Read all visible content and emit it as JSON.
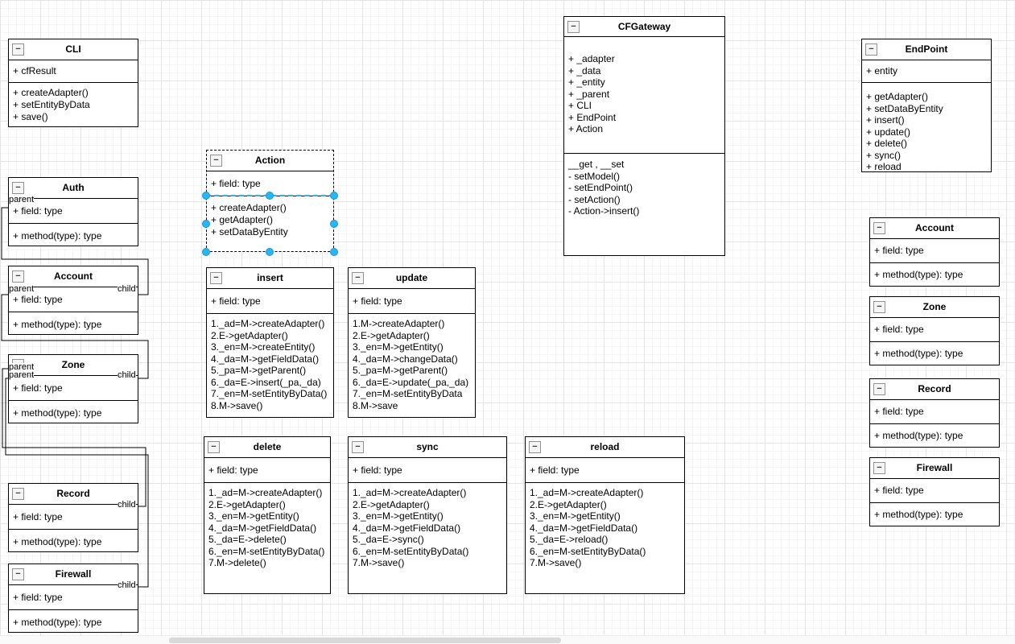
{
  "diagram": {
    "icons": {
      "collapse_glyph": "−"
    },
    "colors": {
      "box_border": "#000000",
      "box_fill": "#ffffff",
      "selection_handle": "#29b6f2",
      "selection_outline": "#29b6f2",
      "grid_major": "#e4e4e4",
      "grid_minor": "#f6f6f6",
      "scrollbar_thumb": "#d9d9d9"
    },
    "edge_labels": {
      "parent": "parent",
      "child": "child"
    },
    "classes": {
      "cli": {
        "title": "CLI",
        "fields": [
          "+ cfResult"
        ],
        "methods": [
          "+ createAdapter()",
          "+ setEntityByData",
          "+ save()"
        ]
      },
      "auth": {
        "title": "Auth",
        "fields": [
          "+ field: type"
        ],
        "methods": [
          "+ method(type): type"
        ]
      },
      "account_left": {
        "title": "Account",
        "fields": [
          "+ field: type"
        ],
        "methods": [
          "+ method(type): type"
        ]
      },
      "zone_left": {
        "title": "Zone",
        "fields": [
          "+ field: type"
        ],
        "methods": [
          "+ method(type): type"
        ]
      },
      "record_left": {
        "title": "Record",
        "fields": [
          "+ field: type"
        ],
        "methods": [
          "+ method(type): type"
        ]
      },
      "firewall_left": {
        "title": "Firewall",
        "fields": [
          "+ field: type"
        ],
        "methods": [
          "+ method(type): type"
        ]
      },
      "action": {
        "title": "Action",
        "fields": [
          "+ field: type"
        ],
        "methods": [
          "+ createAdapter()",
          "+ getAdapter()",
          "+ setDataByEntity"
        ]
      },
      "cfgateway": {
        "title": "CFGateway",
        "fields": [
          "+ _adapter",
          "+ _data",
          "+ _entity",
          "+ _parent",
          "+ CLI",
          "+ EndPoint",
          "+ Action"
        ],
        "methods": [
          "__get , __set",
          "- setModel()",
          "- setEndPoint()",
          "- setAction()",
          "- Action->insert()"
        ]
      },
      "insert": {
        "title": "insert",
        "fields": [
          "+ field: type"
        ],
        "methods": [
          "1._ad=M->createAdapter()",
          "2.E->getAdapter()",
          "3._en=M->createEntity()",
          "4._da=M->getFieldData()",
          "5._pa=M->getParent()",
          "6._da=E->insert(_pa,_da)",
          "7._en=M-setEntityByData()",
          "8.M->save()"
        ]
      },
      "update": {
        "title": "update",
        "fields": [
          "+ field: type"
        ],
        "methods": [
          "1.M->createAdapter()",
          "2.E->getAdapter()",
          "3._en=M->getEntity()",
          "4._da=M->changeData()",
          "5._pa=M->getParent()",
          "6._da=E->update(_pa,_da)",
          "7._en=M-setEntityByData",
          "8.M->save"
        ]
      },
      "delete": {
        "title": "delete",
        "fields": [
          "+ field: type"
        ],
        "methods": [
          "1._ad=M->createAdapter()",
          "2.E->getAdapter()",
          "3._en=M->getEntity()",
          "4._da=M->getFieldData()",
          "5._da=E->delete()",
          "6._en=M-setEntityByData()",
          "7.M->delete()"
        ]
      },
      "sync": {
        "title": "sync",
        "fields": [
          "+ field: type"
        ],
        "methods": [
          "1._ad=M->createAdapter()",
          "2.E->getAdapter()",
          "3._en=M->getEntity()",
          "4._da=M->getFieldData()",
          "5._da=E->sync()",
          "6._en=M-setEntityByData()",
          "7.M->save()"
        ]
      },
      "reload": {
        "title": "reload",
        "fields": [
          "+ field: type"
        ],
        "methods": [
          "1._ad=M->createAdapter()",
          "2.E->getAdapter()",
          "3._en=M->getEntity()",
          "4._da=M->getFieldData()",
          "5._da=E->reload()",
          "6._en=M-setEntityByData()",
          "7.M->save()"
        ]
      },
      "endpoint": {
        "title": "EndPoint",
        "fields": [
          "+ entity"
        ],
        "methods": [
          "+ getAdapter()",
          "+ setDataByEntity",
          "+ insert()",
          "+ update()",
          "+ delete()",
          "+ sync()",
          "+ reload"
        ]
      },
      "account_right": {
        "title": "Account",
        "fields": [
          "+ field: type"
        ],
        "methods": [
          "+ method(type): type"
        ]
      },
      "zone_right": {
        "title": "Zone",
        "fields": [
          "+ field: type"
        ],
        "methods": [
          "+ method(type): type"
        ]
      },
      "record_right": {
        "title": "Record",
        "fields": [
          "+ field: type"
        ],
        "methods": [
          "+ method(type): type"
        ]
      },
      "firewall_right": {
        "title": "Firewall",
        "fields": [
          "+ field: type"
        ],
        "methods": [
          "+ method(type): type"
        ]
      }
    }
  }
}
